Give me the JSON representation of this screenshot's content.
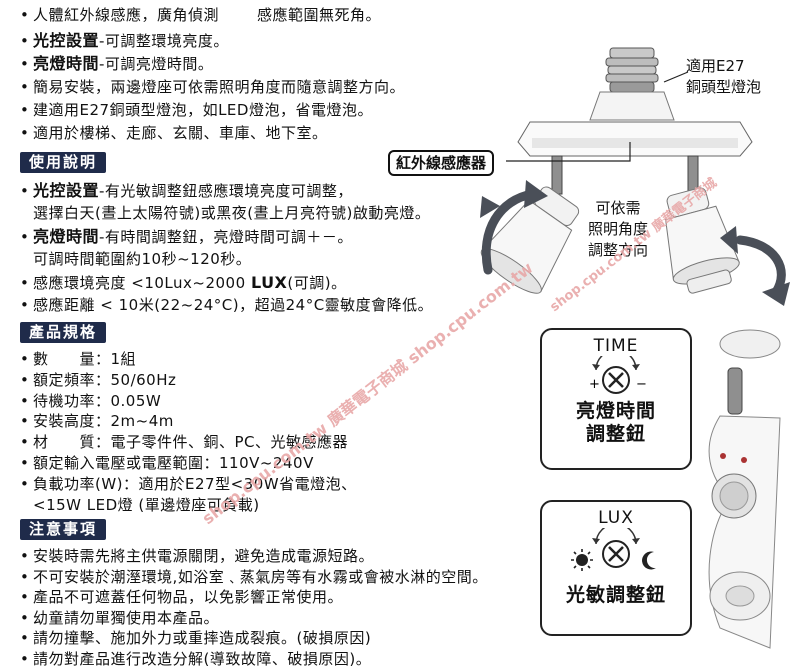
{
  "features": {
    "l1_a": "人體紅外線感應，廣角偵測",
    "l1_b": "感應範圍無死角。",
    "l2_bold": "光控設置",
    "l2_rest": "-可調整環境亮度。",
    "l3_bold": "亮燈時間",
    "l3_rest": "-可調亮燈時間。",
    "l4": "簡易安裝，兩邊燈座可依需照明角度而隨意調整方向。",
    "l5": "建適用E27銅頭型燈泡，如LED燈泡，省電燈泡。",
    "l6": "適用於樓梯、走廊、玄關、車庫、地下室。"
  },
  "usage": {
    "header": "使用說明",
    "u1_bold": "光控設置",
    "u1_rest": "-有光敏調整鈕感應環境亮度可調整，",
    "u2": "選擇白天(晝上太陽符號)或黑夜(晝上月亮符號)啟動亮燈。",
    "u3_bold": "亮燈時間",
    "u3_rest": "-有時間調整鈕，亮燈時間可調＋－。",
    "u4": "可調時間範圍約10秒~120秒。",
    "u5_a": "感應環境亮度 <10Lux~2000",
    "u5_b": "LUX",
    "u5_c": "(可調)。",
    "u6": "感應距離 < 10米(22~24°C)，超過24°C靈敏度會降低。"
  },
  "specs": {
    "header": "產品規格",
    "rows": [
      "數　　量：1組",
      "額定頻率：50/60Hz",
      "待機功率：0.05W",
      "安裝高度：2m~4m",
      "材　　質：電子零件件、銅、PC、光敏感應器",
      "額定輸入電壓或電壓範圍：110V~240V",
      "負載功率(W)：適用於E27型<30W省電燈泡、",
      "<15W  LED燈 (單邊燈座可負載)"
    ]
  },
  "cautions": {
    "header": "注意事項",
    "rows": [
      "安裝時需先將主供電源關閉，避免造成電源短路。",
      "不可安裝於潮溼環境,如浴室﹑蒸氣房等有水霧或會被水淋的空間。",
      "產品不可遮蓋任何物品，以免影響正常使用。",
      "幼童請勿單獨使用本產品。",
      "請勿撞擊、施加外力或重摔造成裂痕。(破損原因)",
      "請勿對產品進行改造分解(導致故障、破損原因)。"
    ]
  },
  "figure": {
    "e27_label_1": "適用E27",
    "e27_label_2": "銅頭型燈泡",
    "sensor_tag": "紅外線感應器",
    "adjust_1": "可依需",
    "adjust_2": "照明角度",
    "adjust_3": "調整方向"
  },
  "controls": {
    "time_title": "TIME",
    "time_plus": "+",
    "time_minus": "−",
    "time_cap_1": "亮燈時間",
    "time_cap_2": "調整鈕",
    "lux_title": "LUX",
    "lux_cap": "光敏調整鈕"
  },
  "watermarks": {
    "w1": "shop.cpu.com.tw 廣華電子商城 shop.cpu.com.tw",
    "w2": "shop.cpu.com.tw 廣華電子商城"
  },
  "colors": {
    "header_bg": "#1f2b4a",
    "watermark": "#e8a8a8",
    "arrow": "#4a4f58"
  }
}
